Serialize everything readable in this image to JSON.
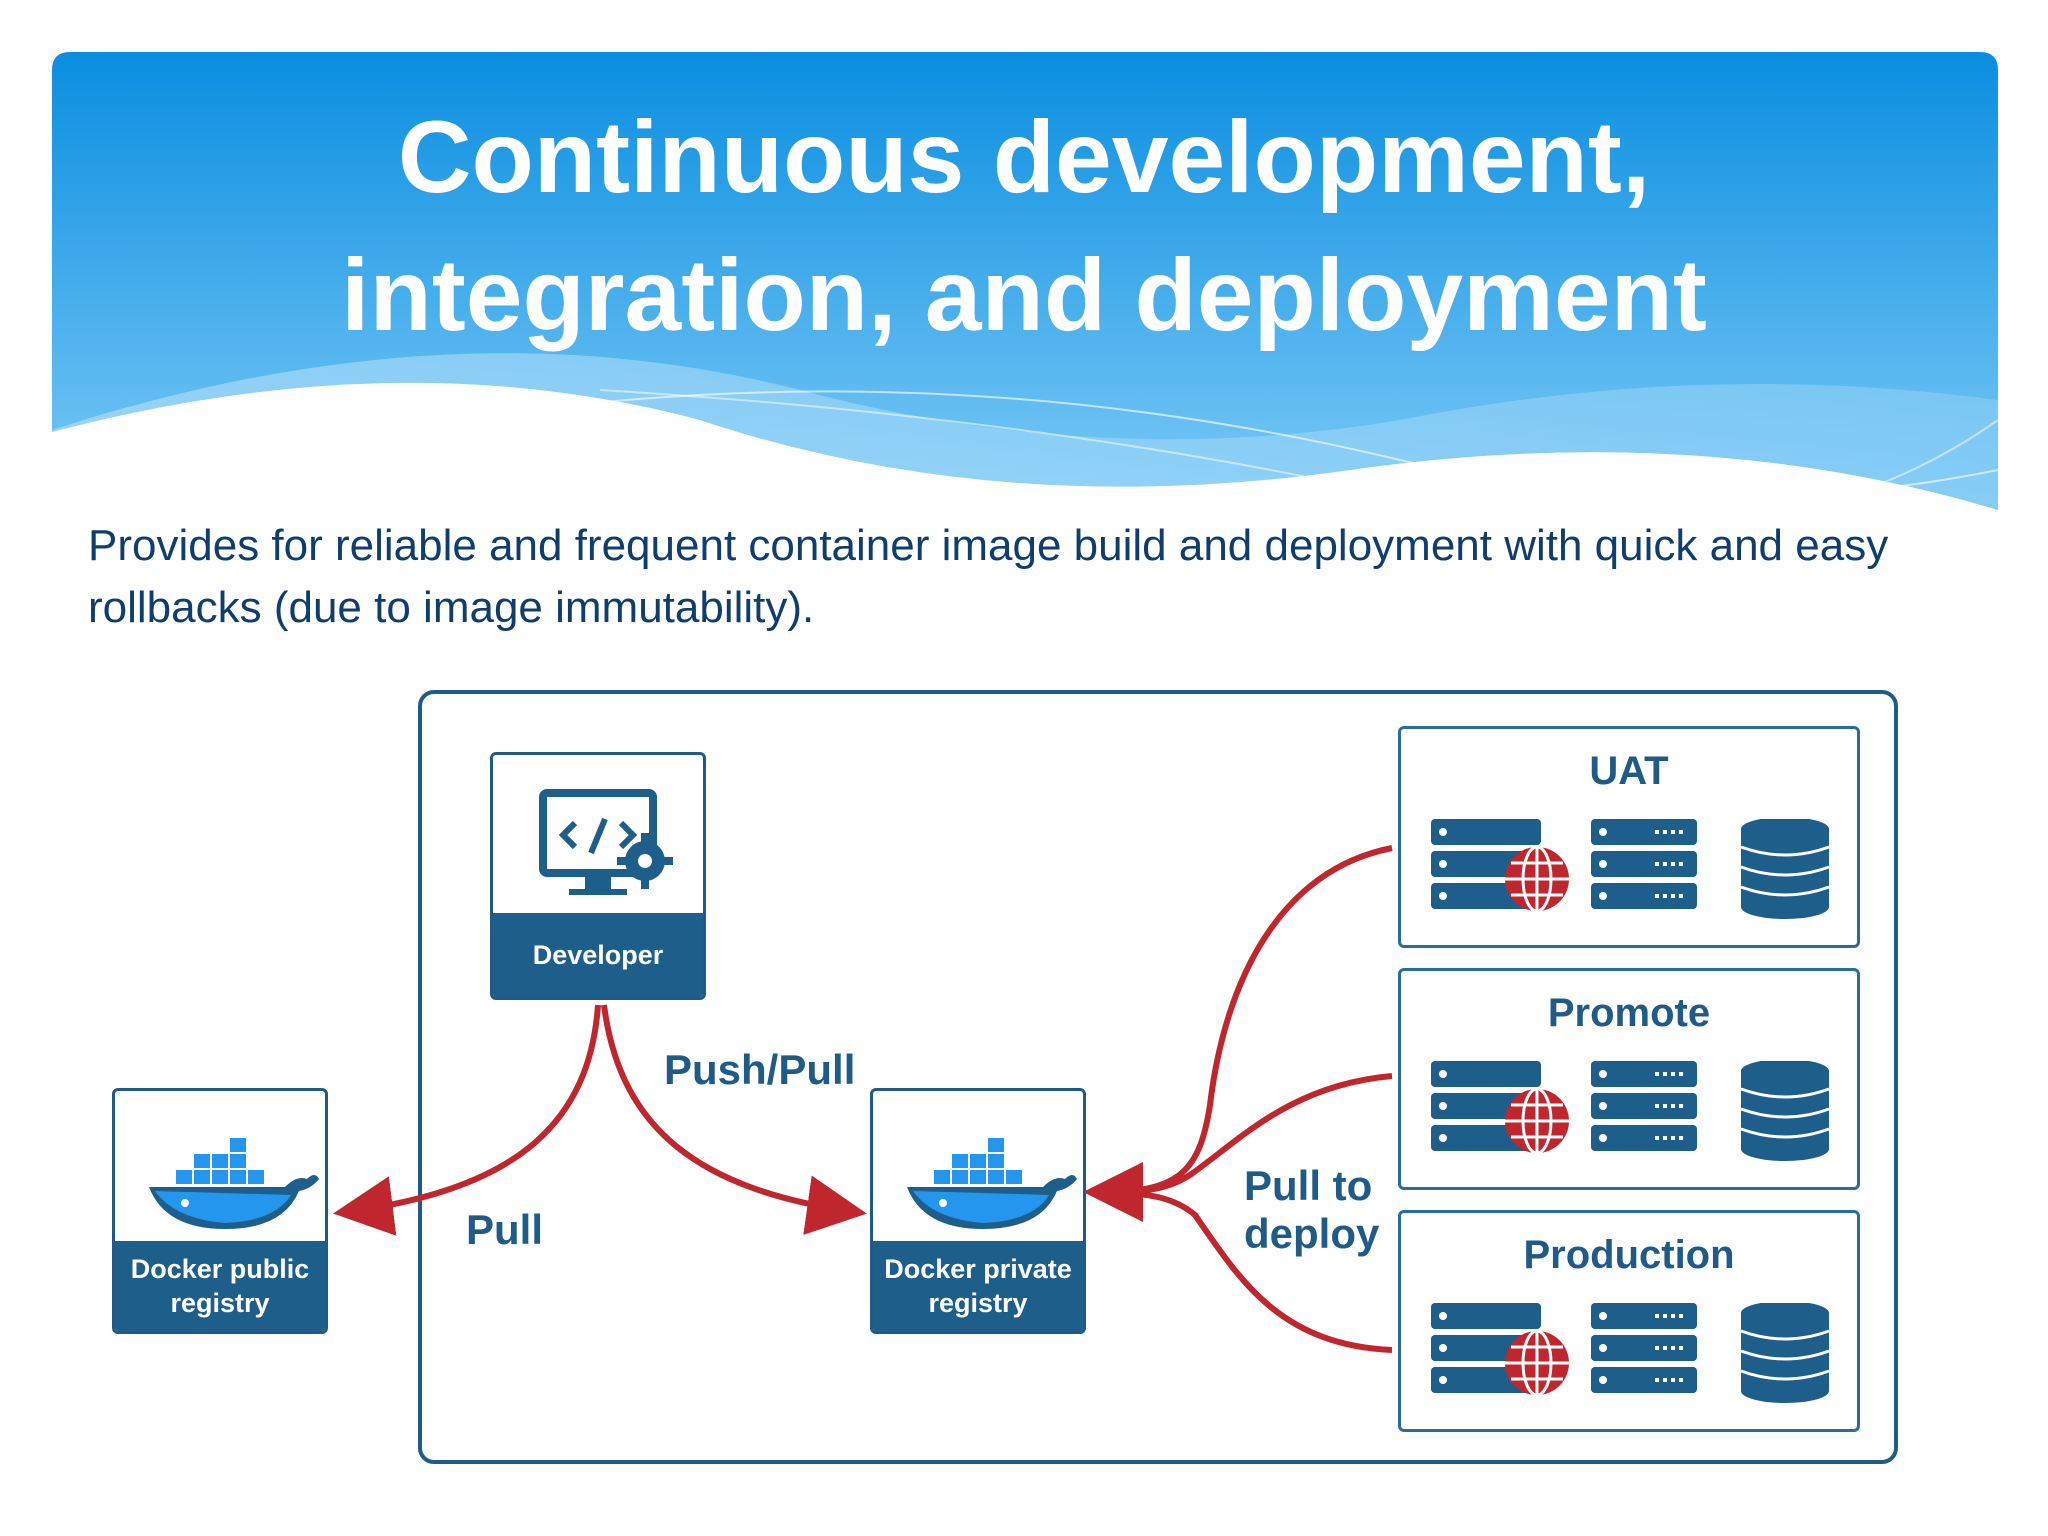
{
  "slide": {
    "title_line1": "Continuous development,",
    "title_line2": "integration, and deployment",
    "description": "Provides for reliable and frequent container image build and deployment with quick and easy rollbacks (due to image immutability)."
  },
  "diagram": {
    "developer_label": "Developer",
    "public_registry_label": "Docker public registry",
    "private_registry_label": "Docker private registry",
    "push_pull_label": "Push/Pull",
    "pull_label": "Pull",
    "pull_to_deploy_label": "Pull to deploy",
    "environments": [
      "UAT",
      "Promote",
      "Production"
    ]
  },
  "colors": {
    "banner_blue": "#0a8ee0",
    "navy": "#1e5e8b",
    "arrow_red": "#c0262d",
    "docker_blue": "#2496ed",
    "text_dark_blue": "#0f3d6e"
  }
}
